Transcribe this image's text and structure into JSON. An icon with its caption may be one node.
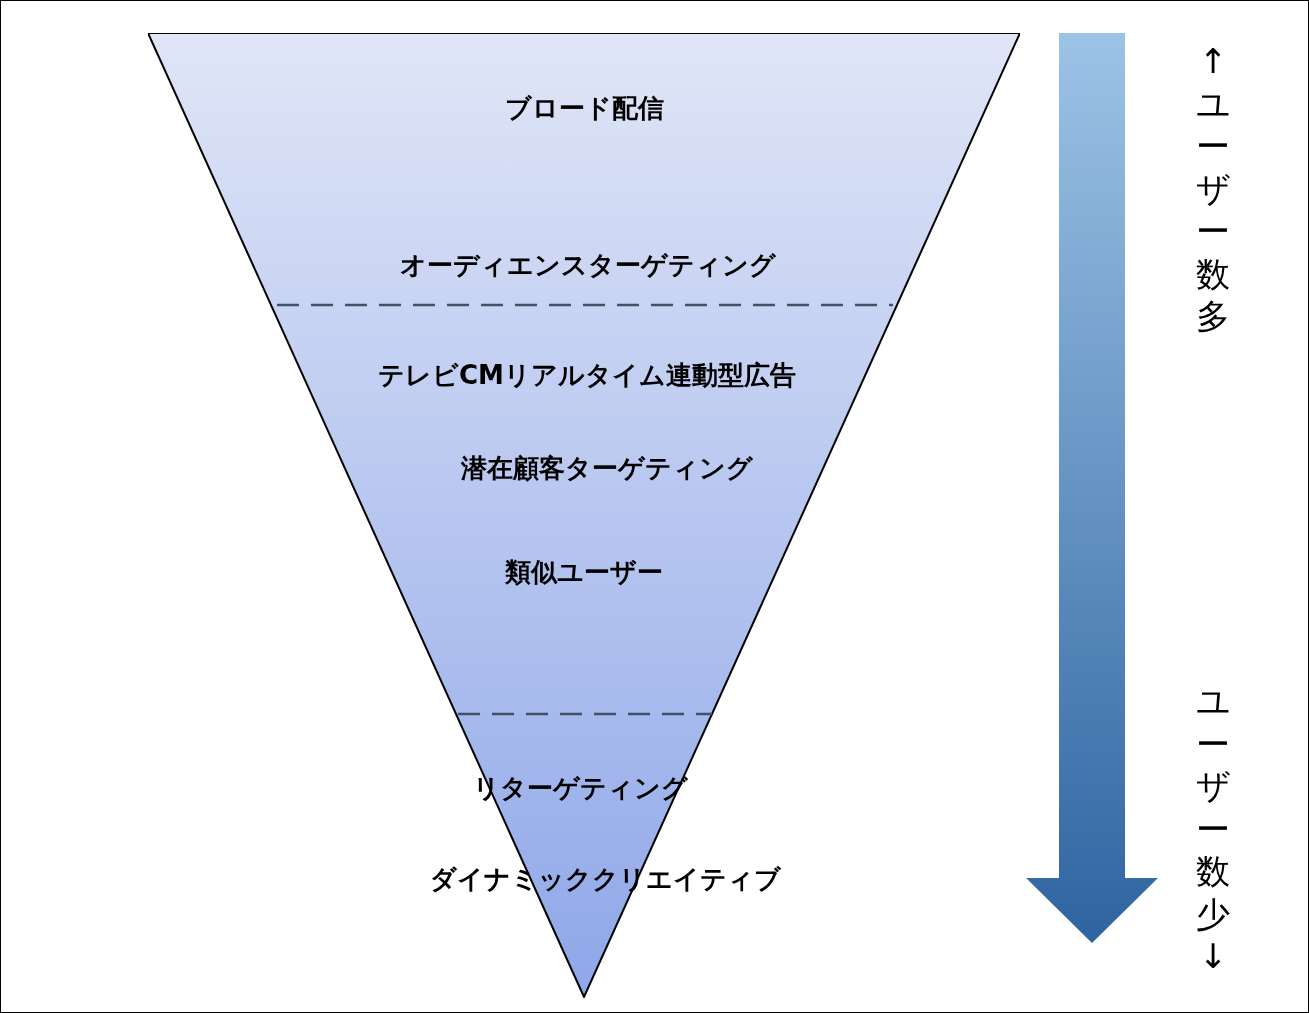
{
  "diagram": {
    "nodes": [
      {
        "text": [
          "ブロード配信",
          "オーディエンスターゲティング",
          "テレビCMリアルタイム連動型広告",
          "潜在顧客ターゲティング",
          "類似ユーザー",
          "リターゲティング",
          "ダイナミッククリエイティブ"
        ]
      }
    ],
    "labels": [
      "↑ユーザー数多",
      "ユーザー数少↓"
    ]
  }
}
